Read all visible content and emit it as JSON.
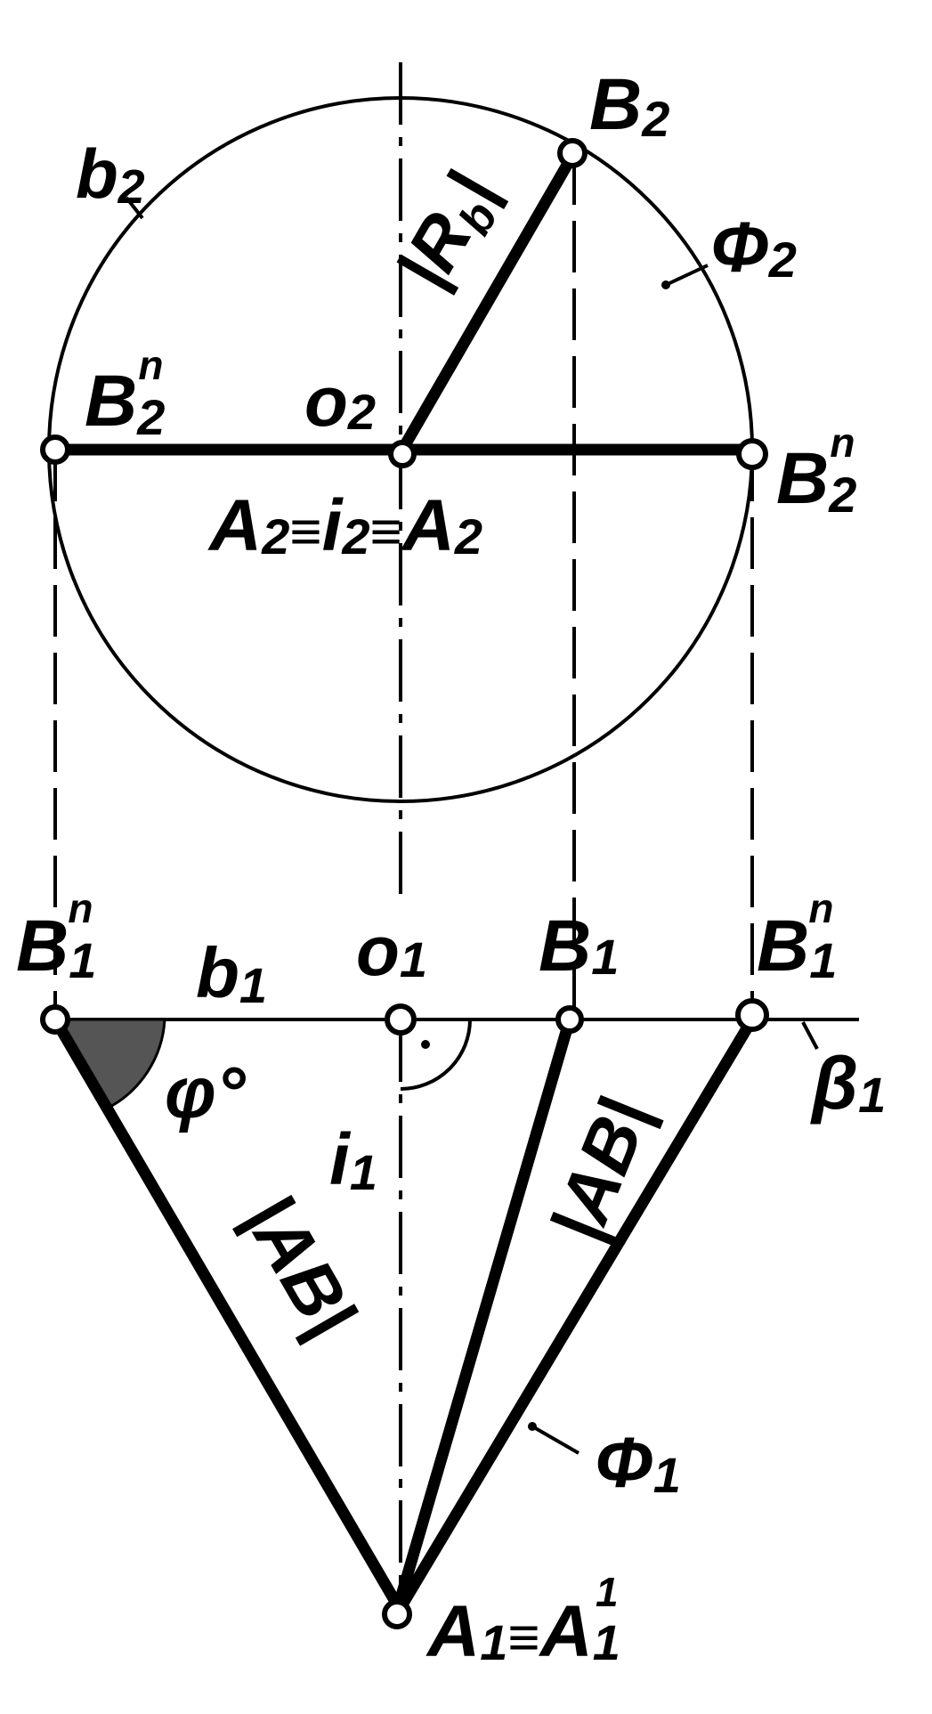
{
  "colors": {
    "ink": "#000000",
    "paper": "#ffffff"
  },
  "labels": {
    "b2": [
      "b",
      "2"
    ],
    "B2_top": [
      "B",
      "2"
    ],
    "Rb": [
      "|R",
      "b",
      "|"
    ],
    "Phi2": [
      "Φ",
      "2"
    ],
    "B2n_left": [
      "B",
      "2",
      "n"
    ],
    "o2": [
      "o",
      "2"
    ],
    "B2n_right": [
      "B",
      "2",
      "n"
    ],
    "A2_eq": [
      "A",
      "2",
      "≡",
      "i",
      "2",
      "≡",
      "A",
      "2"
    ],
    "B1n_left": [
      "B",
      "1",
      "n"
    ],
    "b1": [
      "b",
      "1"
    ],
    "o1": [
      "o",
      "1"
    ],
    "B1": [
      "B",
      "1"
    ],
    "B1n_right": [
      "B",
      "1",
      "n"
    ],
    "beta1": [
      "β",
      "1"
    ],
    "phi_deg": "φ°",
    "i1": [
      "i",
      "1"
    ],
    "AB_left": "|AB|",
    "AB_right": "|AB|",
    "Phi1": [
      "Φ",
      "1"
    ],
    "A1_eq": [
      "A",
      "1",
      "≡",
      "A",
      "1",
      "1"
    ]
  }
}
